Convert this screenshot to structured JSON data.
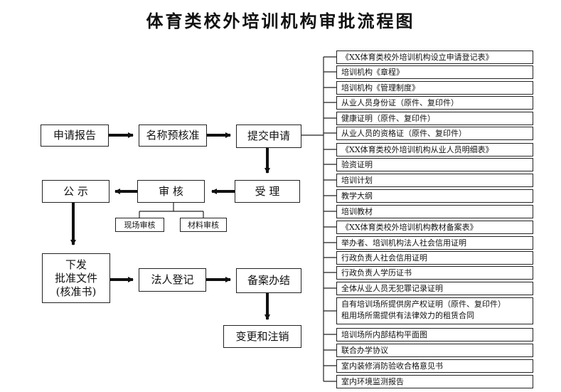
{
  "title": "体育类校外培训机构审批流程图",
  "flow": {
    "apply_report": "申请报告",
    "name_precheck": "名称预核准",
    "submit": "提交申请",
    "accept": "受 理",
    "review": "审 核",
    "publicity": "公 示",
    "site_review": "现场审核",
    "material_review": "材料审核",
    "issue_1": "下发",
    "issue_2": "批准文件",
    "issue_3": "(核准书)",
    "legal_registration": "法人登记",
    "filing": "备案办结",
    "change_cancel": "变更和注销"
  },
  "documents": [
    "《XX体育类校外培训机构设立申请登记表》",
    "培训机构《章程》",
    "培训机构《管理制度》",
    "从业人员身份证（原件、复印件）",
    "健康证明（原件、复印件）",
    "从业人员的资格证（原件、复印件）",
    "《XX体育类校外培训机构从业人员明细表》",
    "验资证明",
    "培训计划",
    "教学大纲",
    "培训教材",
    "《XX体育类校外培训机构教材备案表》",
    "举办者、培训机构法人社会信用证明",
    "行政负责人社会信用证明",
    "行政负责人学历证书",
    "全体从业人员无犯罪记录证明",
    "自有培训场所提供房产权证明（原件、复印件）",
    "租用场所需提供有法律效力的租赁合同",
    "培训场所内部结构平面图",
    "联合办学协议",
    "室内装修消防验收合格意见书",
    "室内环境监测报告"
  ]
}
